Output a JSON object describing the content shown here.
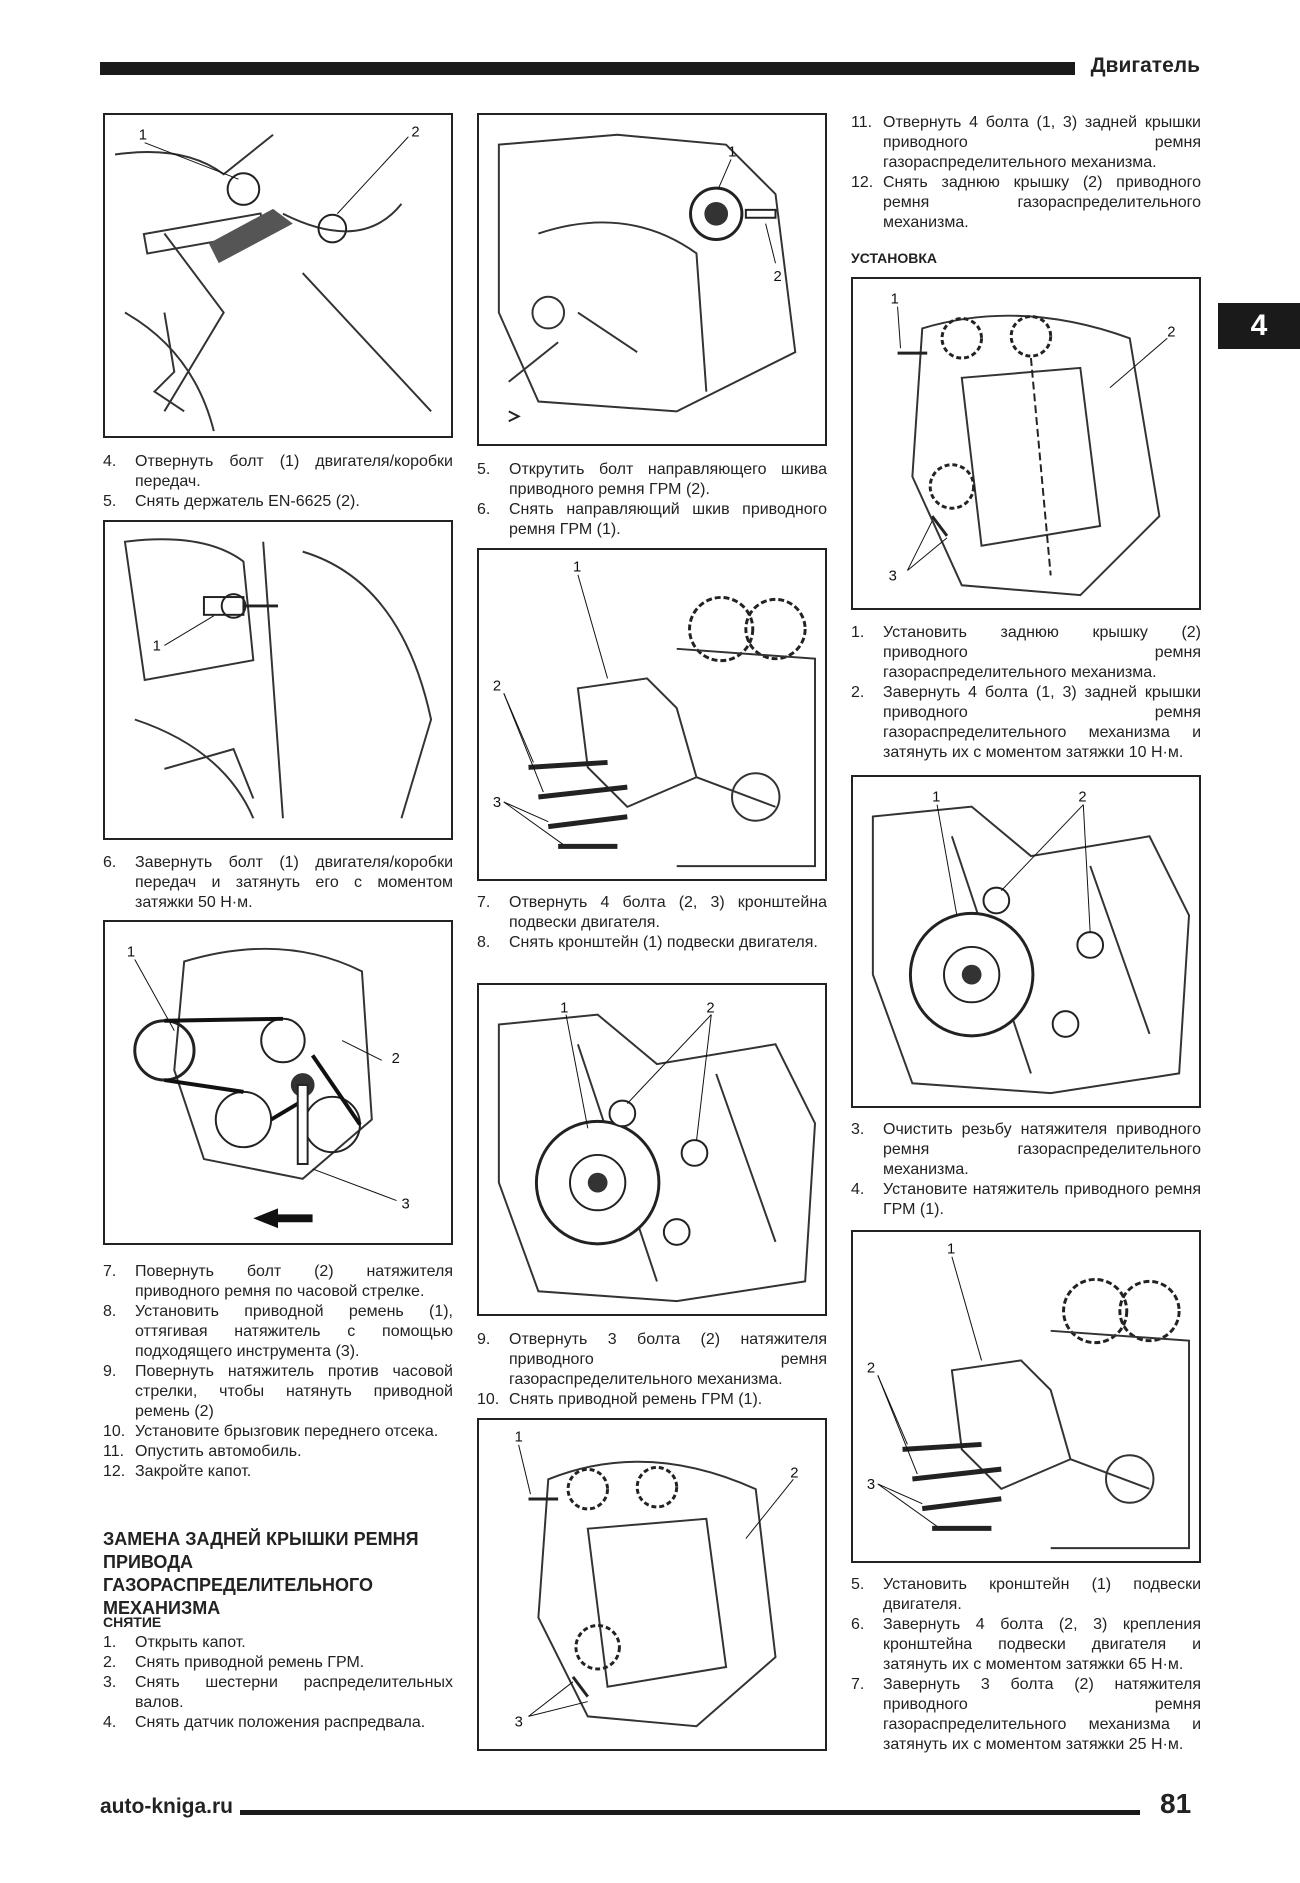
{
  "header": {
    "title": "Двигатель"
  },
  "side_tab": {
    "label": "4"
  },
  "footer": {
    "site": "auto-kniga.ru",
    "page": "81"
  },
  "col1": {
    "steps_a": [
      {
        "n": "4.",
        "t": "Отвернуть болт (1) двигателя/коробки передач."
      },
      {
        "n": "5.",
        "t": "Снять держатель EN-6625 (2)."
      }
    ],
    "steps_b": [
      {
        "n": "6.",
        "t": "Завернуть болт (1) двигателя/коробки передач и затянуть его с моментом затяжки 50 Н·м."
      }
    ],
    "steps_c": [
      {
        "n": "7.",
        "t": "Повернуть болт (2) натяжителя приводного ремня по часовой стрелке."
      },
      {
        "n": "8.",
        "t": "Установить приводной ремень (1), оттягивая натяжитель с помощью подходящего инструмента (3)."
      },
      {
        "n": "9.",
        "t": "Повернуть натяжитель против часовой стрелки, чтобы натянуть приводной ремень (2)"
      },
      {
        "n": "10.",
        "t": "Установите брызговик переднего отсека."
      },
      {
        "n": "11.",
        "t": "Опустить автомобиль."
      },
      {
        "n": "12.",
        "t": "Закройте капот."
      }
    ],
    "section_title": "ЗАМЕНА ЗАДНЕЙ КРЫШКИ РЕМНЯ ПРИВОДА ГАЗОРАСПРЕДЕЛИТЕЛЬНОГО МЕХАНИЗМА",
    "removal_label": "СНЯТИЕ",
    "steps_d": [
      {
        "n": "1.",
        "t": "Открыть капот."
      },
      {
        "n": "2.",
        "t": "Снять приводной ремень ГРМ."
      },
      {
        "n": "3.",
        "t": "Снять шестерни распределительных валов."
      },
      {
        "n": "4.",
        "t": "Снять датчик положения распредвала."
      }
    ]
  },
  "col2": {
    "steps_a": [
      {
        "n": "5.",
        "t": "Открутить болт направляющего шкива приводного ремня ГРМ (2)."
      },
      {
        "n": "6.",
        "t": "Снять направляющий шкив приводного ремня ГРМ (1)."
      }
    ],
    "steps_b": [
      {
        "n": "7.",
        "t": "Отвернуть 4 болта (2, 3) кронштейна подвески двигателя."
      },
      {
        "n": "8.",
        "t": "Снять кронштейн (1) подвески двигателя."
      }
    ],
    "steps_c": [
      {
        "n": "9.",
        "t": "Отвернуть 3 болта (2) натяжителя приводного ремня газораспределительного механизма."
      },
      {
        "n": "10.",
        "t": "Снять приводной ремень ГРМ (1)."
      }
    ]
  },
  "col3": {
    "steps_a": [
      {
        "n": "11.",
        "t": "Отвернуть 4 болта (1, 3) задней крышки приводного ремня газораспределительного механизма."
      },
      {
        "n": "12.",
        "t": "Снять заднюю крышку (2) приводного ремня газораспределительного механизма."
      }
    ],
    "install_label": "УСТАНОВКА",
    "steps_b": [
      {
        "n": "1.",
        "t": "Установить заднюю крышку (2) приводного ремня газораспределительного механизма."
      },
      {
        "n": "2.",
        "t": "Завернуть 4 болта (1, 3) задней крышки приводного ремня газораспределительного механизма и затянуть их с моментом затяжки 10 Н·м."
      }
    ],
    "steps_c": [
      {
        "n": "3.",
        "t": "Очистить резьбу натяжителя приводного ремня газораспределительного механизма."
      },
      {
        "n": "4.",
        "t": "Установите натяжитель приводного ремня ГРМ (1)."
      }
    ],
    "steps_d": [
      {
        "n": "5.",
        "t": "Установить кронштейн (1) подвески двигателя."
      },
      {
        "n": "6.",
        "t": "Завернуть 4 болта (2, 3) крепления кронштейна подвески двигателя и затянуть их с моментом затяжки 65 Н·м."
      },
      {
        "n": "7.",
        "t": "Завернуть 3 болта (2) натяжителя приводного ремня газораспределительного механизма и затянуть их с моментом затяжки 25 Н·м."
      }
    ]
  },
  "figures": {
    "c1f1": [
      "1",
      "2"
    ],
    "c1f2": [
      "1"
    ],
    "c1f3": [
      "1",
      "2",
      "3"
    ],
    "c2f1": [
      "1",
      "2"
    ],
    "c2f2": [
      "1",
      "2",
      "3"
    ],
    "c2f3": [
      "1",
      "2"
    ],
    "c2f4": [
      "1",
      "2",
      "3"
    ],
    "c3f1": [
      "1",
      "2",
      "3"
    ],
    "c3f2": [
      "1",
      "2"
    ],
    "c3f3": [
      "1",
      "2",
      "3"
    ]
  }
}
